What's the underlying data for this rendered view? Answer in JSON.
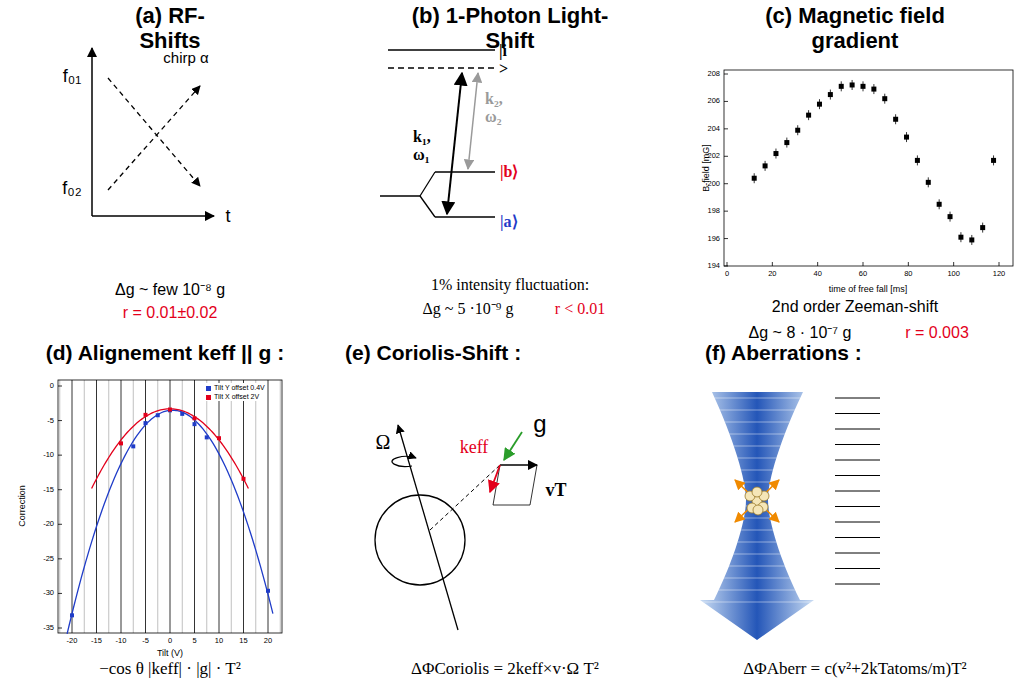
{
  "diagram": {
    "labels": [
      "(a) RF- Shifts",
      "chirp α",
      "f₀₁",
      "f₀₂",
      "t",
      "Δg ~ few 10⁻⁸ g",
      "r = 0.01±0.02",
      "(b) 1-Photon Light- Shift",
      "|i >",
      "k₁, ω₁",
      "k₂, ω₂",
      "|b⟩",
      "|a⟩",
      "1% intensity fluctuation:",
      "Δg ~ 5 ·10⁻⁹ g",
      "r < 0.01",
      "(c) Magnetic field gradient",
      "B-field [mG]",
      "time of free fall [ms]",
      "194",
      "196",
      "198",
      "200",
      "202",
      "204",
      "206",
      "208",
      "0",
      "20",
      "40",
      "60",
      "80",
      "100",
      "120",
      "2nd order Zeeman-shift",
      "Δg ~ 8 · 10⁻⁷ g",
      "r = 0.003",
      "(d) Alignement keff || g :",
      "Correction",
      "Tilt (V)",
      "0",
      "-5",
      "-10",
      "-15",
      "-20",
      "-25",
      "-30",
      "-35",
      "-20",
      "-15",
      "-10",
      "-5",
      "0",
      "5",
      "10",
      "15",
      "20",
      "−cos θ |keff| · |g| · T²",
      "(e) Coriolis-Shift :",
      "Ω",
      "keff",
      "g",
      "vT",
      "ΔΦCoriolis = 2keff×v·Ω T²",
      "(f) Aberrations :",
      "ΔΦAberr = c(v²+2kTatoms/m)T²"
    ],
    "legend": [
      {
        "text": "Tilt Y offset 0.4V",
        "color": "#1f3cc8"
      },
      {
        "text": "Tilt X offset 2V",
        "color": "#e3001b"
      }
    ]
  }
}
